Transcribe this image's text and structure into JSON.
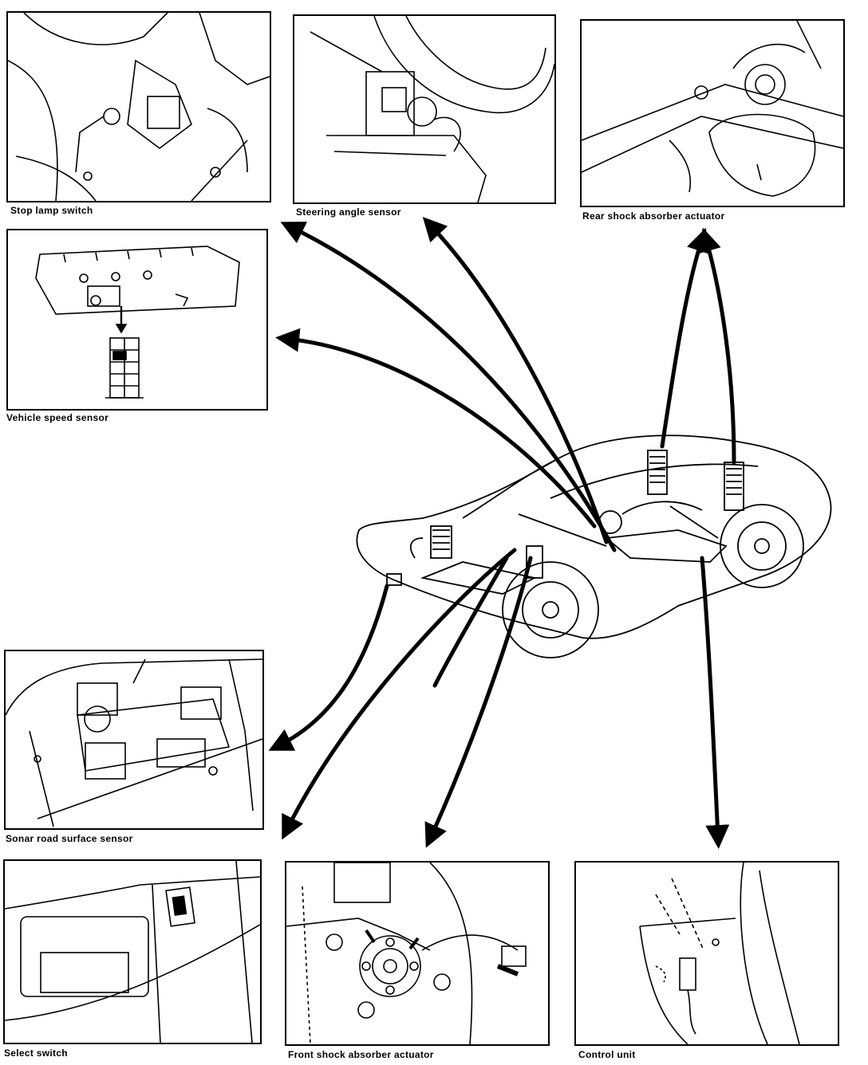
{
  "captions": {
    "stop_lamp_switch": "Stop lamp switch",
    "steering_angle_sensor": "Steering angle sensor",
    "rear_shock_absorber_actuator": "Rear shock absorber actuator",
    "vehicle_speed_sensor": "Vehicle speed sensor",
    "sonar_road_surface_sensor": "Sonar road surface sensor",
    "select_switch": "Select switch",
    "front_shock_absorber_actuator": "Front shock absorber actuator",
    "control_unit": "Control unit"
  },
  "colors": {
    "ink": "#000000",
    "paper": "#ffffff"
  },
  "icons": {
    "vehicle": "car-cutaway-icon",
    "leader_arrows": "callout-arrow-icon"
  }
}
